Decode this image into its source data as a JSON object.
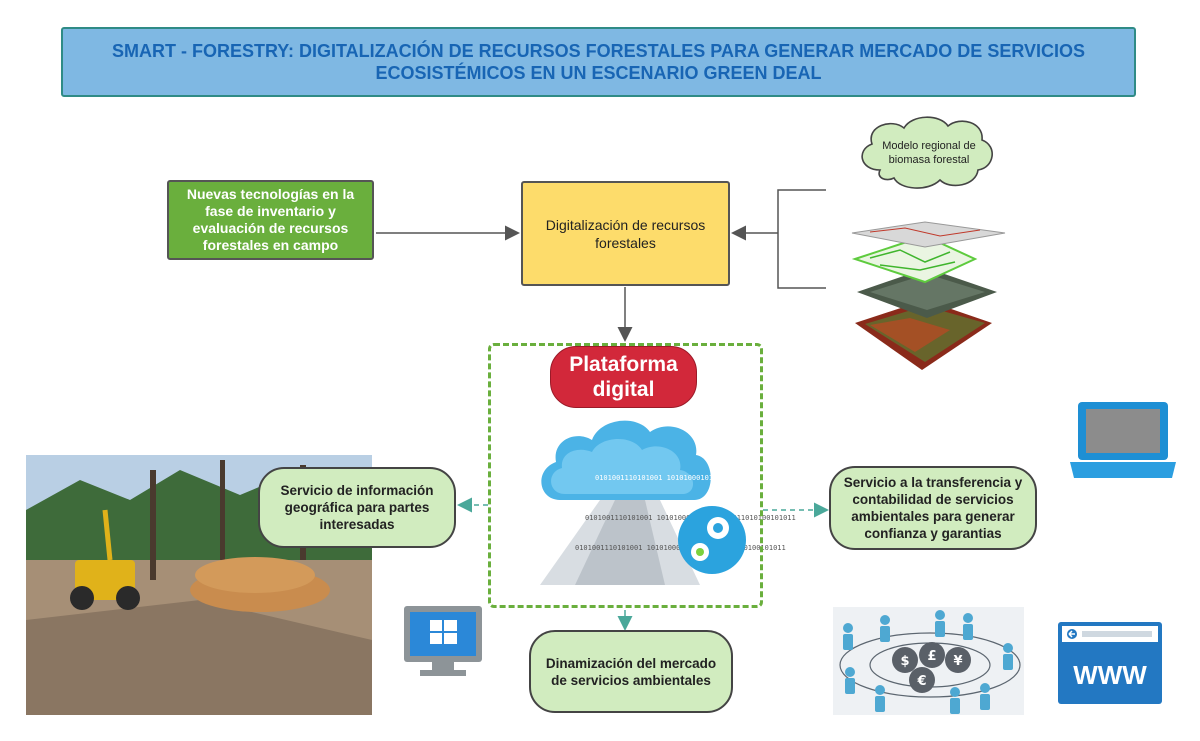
{
  "title": "SMART - FORESTRY: DIGITALIZACIÓN DE RECURSOS FORESTALES PARA GENERAR MERCADO DE SERVICIOS ECOSISTÉMICOS EN UN ESCENARIO GREEN DEAL",
  "nodes": {
    "inventory": "Nuevas tecnologías en la fase de inventario y evaluación de recursos forestales en campo",
    "digitalization": "Digitalización de recursos forestales",
    "biomass_model": "Modelo regional de biomasa forestal",
    "platform": "Plataforma digital",
    "geo_service": "Servicio de información geográfica para partes interesadas",
    "transfer_service": "Servicio a la transferencia y contabilidad de servicios ambientales para generar confianza y garantias",
    "market": "Dinamización del mercado de servicios ambientales"
  },
  "icons": {
    "www_label": "WWW",
    "currency_symbols": [
      "$",
      "£",
      "¥",
      "€"
    ],
    "binary_text": "0101001110101001 1010100010110101 0011010100101011"
  },
  "colors": {
    "title_bg": "#7fb8e3",
    "title_text": "#1865b4",
    "inventory_bg": "#6aaf3d",
    "digitalization_bg": "#fddc6b",
    "platform_bg": "#d2283a",
    "pill_bg": "#d1ecbf",
    "dashed_frame": "#6aaf3d",
    "arrow_dashed": "#4aa89a"
  }
}
